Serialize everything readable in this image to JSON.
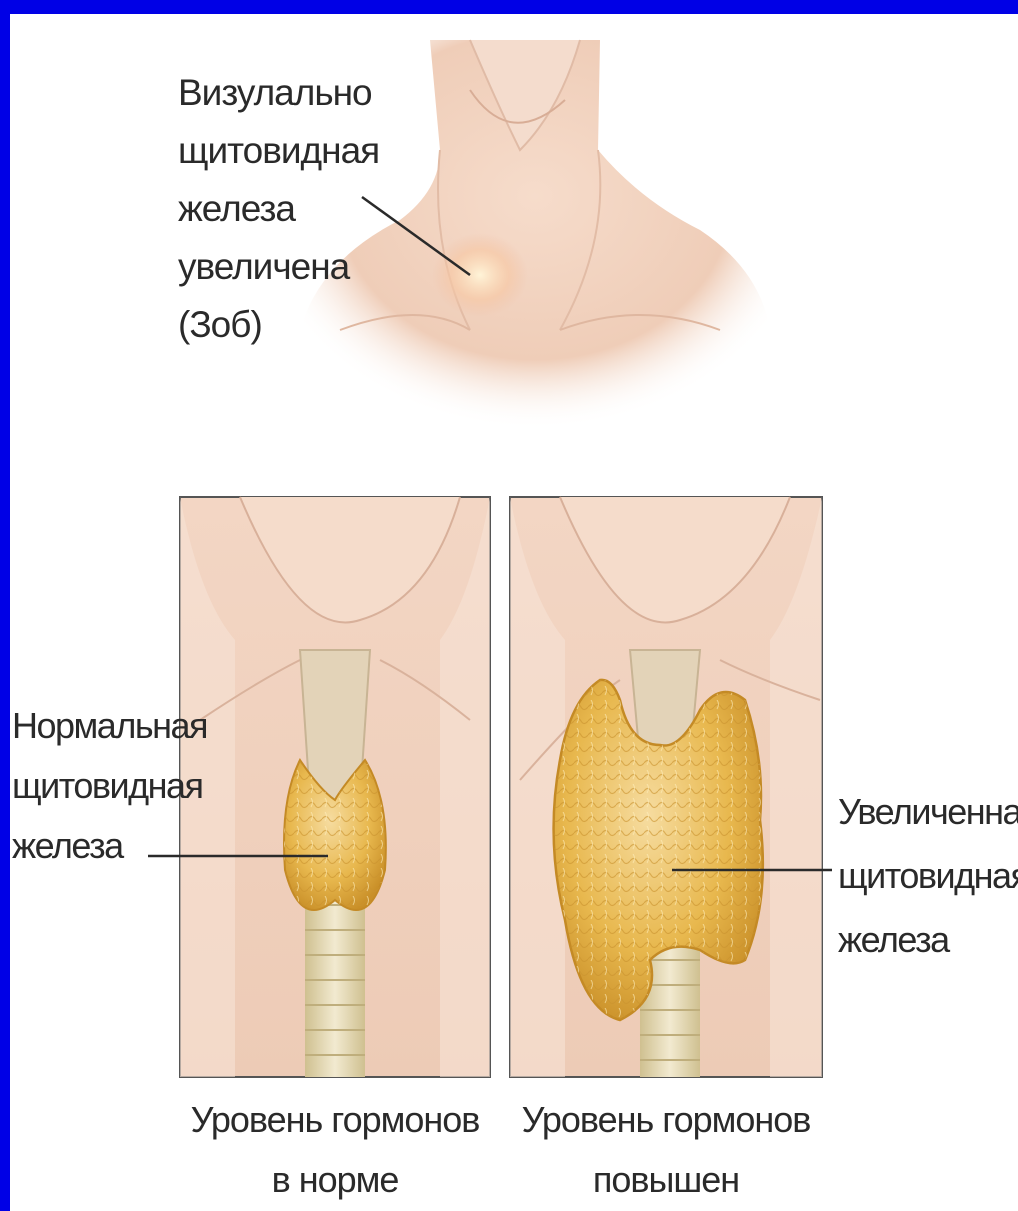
{
  "labels": {
    "top_goiter": [
      "Визулально",
      "щитовидная",
      "железа",
      "увеличена",
      "(Зоб)"
    ],
    "normal_gland": [
      "Нормальная",
      "щитовидная",
      "железа"
    ],
    "enlarged_gland": [
      "Увеличенная",
      "щитовидная",
      "железа"
    ],
    "caption_left": [
      "Уровень гормонов",
      "в норме"
    ],
    "caption_right": [
      "Уровень гормонов",
      "повышен"
    ]
  },
  "colors": {
    "border": "#0000e6",
    "skin": "#f2d4c0",
    "gland": "#e6b54a",
    "trachea": "#e8dcb8"
  }
}
